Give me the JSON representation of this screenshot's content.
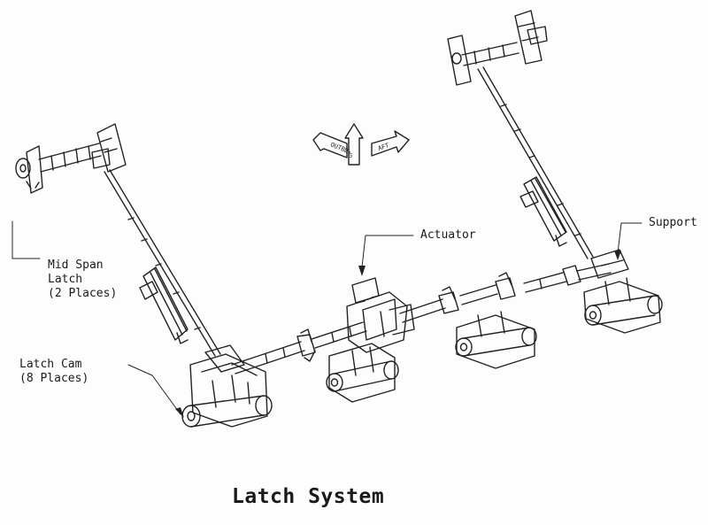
{
  "title": "Latch System",
  "labels": {
    "actuator": "Actuator",
    "support": "Support",
    "mid_span_latch": [
      "Mid Span",
      "Latch",
      "(2 Places)"
    ],
    "latch_cam": [
      "Latch Cam",
      "(8 Places)"
    ]
  },
  "direction_indicator": {
    "outbd": "OUTBD",
    "up": "UP",
    "aft": "AFT"
  }
}
